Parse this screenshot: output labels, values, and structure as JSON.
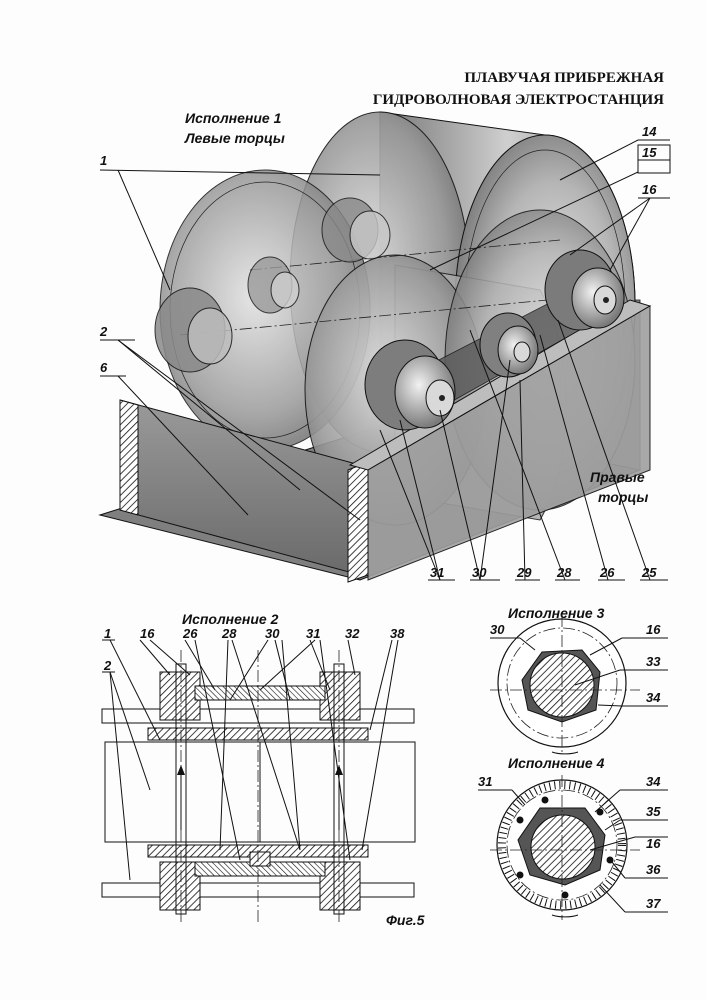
{
  "title": {
    "line1": "ПЛАВУЧАЯ ПРИБРЕЖНАЯ",
    "line2": "ГИДРОВОЛНОВАЯ ЭЛЕКТРОСТАНЦИЯ"
  },
  "captions": {
    "variant1_line1": "Исполнение 1",
    "variant1_line2": "Левые торцы",
    "right_ends_line1": "Правые",
    "right_ends_line2": "торцы",
    "variant2": "Исполнение 2",
    "variant3": "Исполнение 3",
    "variant4": "Исполнение 4",
    "figure": "Фиг.5"
  },
  "labels": {
    "top": {
      "n1": "1",
      "n2": "2",
      "n6": "6",
      "n14": "14",
      "n15": "15",
      "n16": "16",
      "n31": "31",
      "n30": "30",
      "n29": "29",
      "n28": "28",
      "n26": "26",
      "n25": "25"
    },
    "bottom_left": {
      "n1": "1",
      "n16": "16",
      "n26": "26",
      "n28": "28",
      "n30": "30",
      "n31": "31",
      "n32": "32",
      "n38": "38",
      "n2": "2"
    },
    "variant3": {
      "n30": "30",
      "n16": "16",
      "n33": "33",
      "n34": "34"
    },
    "variant4": {
      "n31": "31",
      "n34": "34",
      "n35": "35",
      "n16": "16",
      "n36": "36",
      "n37": "37"
    }
  },
  "colors": {
    "ink": "#111111",
    "drum_dark": "#6b6b6b",
    "drum_light": "#e8e8e8",
    "hatch": "#111111"
  }
}
